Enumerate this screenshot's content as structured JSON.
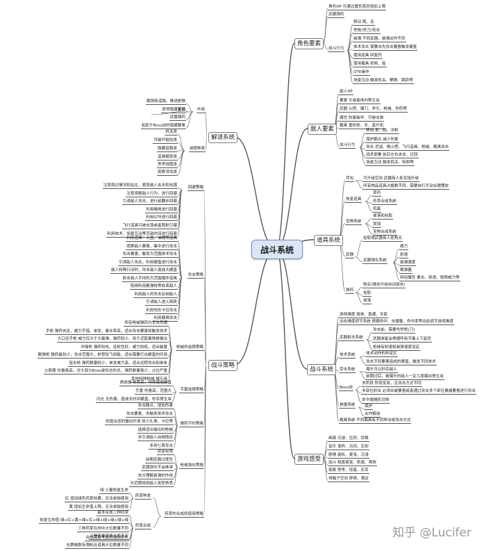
{
  "center": "战斗系统",
  "branches": {
    "role": "角色要素",
    "enemy": "敌人要素",
    "props": "道具系统",
    "combat": "战斗系统",
    "game": "游戏感受",
    "puzzle": "解谜系统",
    "strategy": "战斗策略"
  },
  "role": {
    "hp": "角色HP   可通过黄色草药增加上限",
    "weapon": "武器弹药",
    "action": "战斗行为",
    "items": [
      "移动     跑、走",
      "举枪(举刀)攻击",
      "装弹     不同武器，装弹动作不同",
      "体术攻击       需要击先攻击要害触发硬直",
      "使用道具        回复药",
      "使用载具        机枪、船",
      "QTE操作",
      "场景互动        触发机关、攀爬、跳跃等"
    ]
  },
  "enemy": {
    "items": [
      "敌人HP",
      "要害    头或者体内寄生虫",
      "武器    火把、镰刀、斧头、枪械、炸药等",
      "属性    防御装甲、可被击毁",
      "载具    重机枪、车、直升机"
    ],
    "behavior": "战斗行为",
    "behaviors": [
      "移动      走、跑、冲刺",
      "保护脆点         减少伤害",
      "攻击     近战、做火把、飞行道具、枪械、载具攻击",
      "战术部署        前后左右夹击、迂回",
      "场景互动        触发机关、陷阱等"
    ]
  },
  "props": {
    "backpack": "背包",
    "backpack_items": [
      "可升级空间         武器商人处花钱升级",
      "所有物品道具占格数不同，需要自行手动合理摆放"
    ],
    "recovery": "恢复道具",
    "recovery_items": [
      "草药",
      "药草合成系统",
      "鸡蛋"
    ],
    "treasure": "宝物系统",
    "treasure_items": [
      "掉落和拾取",
      "卖钱",
      "宝物合成系统"
    ],
    "weapons": "武器",
    "weapons_top": "拾取或武器商人处购买",
    "upgrade": "武器强化系统",
    "upgrade_items": [
      "威力",
      "射速",
      "装弹速度",
      "载弹量",
      "特别属性          暴击、穿透、极限威力等"
    ],
    "ammo": "弹药",
    "ammo_items": [
      "购买(弹夹升级自动填充)",
      "拾取",
      "掉落"
    ]
  },
  "combat": {
    "difficulty": "游戏难度            简单、普通、专家",
    "dynamic": "动态难度调节系统          根据命中、击爆量、命中率等动态调节游戏难度",
    "aim": "武器射击系统",
    "aim_items": [
      "攻击前、需要先举枪(刀)",
      "武器准星会根据呼吸节奏上下起伏",
      "枪械有射速和装弹速度设定"
    ],
    "melee": "体术系统",
    "melee_items": [
      "体术动作的判定区",
      "攻击不同要害造成的硬直，触发不同体术"
    ],
    "hurt": "受击系统",
    "hurt_items": [
      "爆头可以秒杀敌人",
      "前期过后，被爆头的敌人一定几率爆出寄生虫"
    ],
    "boss": "Boss战",
    "boss_items": [
      "多阶段  阶段变身，且攻击方式不同",
      "多部位射击        必须击破要害或者通过攻击多个部位暴露要害进行攻击",
      "命令微随机切换"
    ],
    "ally": "救援系统",
    "ally_items": [
      "保护",
      "合作解谜"
    ],
    "vehicle": "载具系统    不同载具有不同移动或攻击方式"
  },
  "game": {
    "items": [
      "画面       沉浸、压抑、惊悚",
      "音乐       诡异、沉闷、压抑",
      "剧情       旋松、紧张、沉浸",
      "战斗       极度紧张、刺激、爽快",
      "探索       思考、惊喜、庆幸",
      "排箱子空间          舒爽、满足"
    ]
  },
  "puzzle": {
    "effect": "作用",
    "effect_items": [
      "解锁新道路、推进剧情",
      "金币",
      "武器弹药",
      "有助于Boss战的隐藏要素"
    ],
    "reward": "获得隐藏奖励",
    "types": "谜题种类",
    "type_items": [
      "机关类",
      "可破坏砸挂类",
      "隐藏道路类",
      "道具解锁类",
      "思考拼图类",
      "观察寻找类"
    ]
  },
  "strategy": {
    "dodge": "回避策略",
    "dodge_items": [
      "注意周边情况和站位，避免敌人夹击和包围",
      "注意观察敌人行为，进行回避",
      "引诱敌人攻击，进行前翻步回避",
      "利用掩体进行回避",
      "利用QTE进行回避",
      "飞行道具可被击落或者照射引爆",
      "利用体术、场景互动等克敌时间进行回避"
    ],
    "attack": "攻击策略",
    "attack_items": [
      "利用道具：火盆、油桶等道具",
      "观察敌人要害，集中进行攻击",
      "攻击要害，触发大范围体术攻击",
      "引诱敌人攻击，利用硬直进行攻击",
      "敌人特殊行动时，攻击敌人造成大硬直",
      "射击敌人手持的大范围爆炸道具",
      "阻碍利用散弹枪等收束敌人",
      "利用敌人的攻击反制敌人",
      "引诱敌人进入陷阱",
      "利用地形卡位攻击",
      "利用载具攻击"
    ],
    "gun": "枪械的选择策略",
    "gun_items": [
      "所有枪械弹药均无法贯通",
      "手枪       弹药充足，威力不错，单发，暴击率高，适合攻击要害和触发体术",
      "大口径手枪       威力仅次于大霰弹，弹药较少，用于近距离挽救输出",
      "冲锋枪    弹药较充，连射性好，威力较低，适合破盾",
      "散弹枪    弹药最较少，攻击范围大，射程较飞到敌，适合需要打出硬直的环境",
      "狙击枪    弹药数量较少，单发威力高，适合远程攻击和单体",
      "火箭筒    伤害极高，对大部分Boss单形态秒杀，弹药数量极少，占位严重",
      "其他特种枪械          娱乐用"
    ],
    "throw": "手雷选择策略",
    "throw_items": [
      "燃烧弹    伤害高，持续造成硬直",
      "手雷     伤害高，范围大",
      "闪光      无伤害，造成长时间硬直，秒杀寄生虫"
    ],
    "save": "弹药节约策略",
    "save_items": [
      "攻击脆点，增加伤害",
      "攻击要害，多触发体术攻击",
      "创造合适的输出环境        放人扎堆，卡位等",
      "选择适合输出的枪械",
      "多引诱敌人自相残杀",
      "多用匕首攻击"
    ],
    "upgrade": "枪械强化策略",
    "upgrade_items": [
      "资金有限",
      "前期武器过度性",
      "武器强化不会继承",
      "充分理解装弹的作用",
      "对近期规划敌人类型熟悉"
    ],
    "combine": "药草的合成和使用策略",
    "herb": "药草种类",
    "herb_items": [
      "绿       少量恢复生命",
      "红      增加绿色药草效果，无法单独使用",
      "黄      增加生命值上限，无法单独使用"
    ],
    "combo": "药草合成",
    "combo_items": [
      "最多合成三种药草",
      "恢复生命值       绿+红+黄>绿+红+绿+绿+绿+绿+绿",
      "三种药草在地中占位数量不同",
      "三种药草获得几率不定",
      "合成需要考虑的限制条件",
      "包裹格数有限制且道具占位数量不同"
    ]
  },
  "watermark": "知乎 @Lucifer"
}
